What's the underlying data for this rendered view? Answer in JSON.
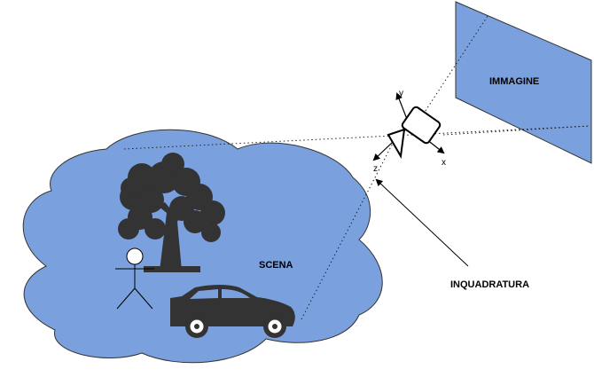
{
  "labels": {
    "image": "IMMAGINE",
    "scene": "SCENA",
    "framing": "INQUADRATURA"
  },
  "axes": {
    "x": "x",
    "y": "y",
    "z": "z"
  },
  "colors": {
    "scene_fill": "#7aa0de",
    "image_fill": "#7aa0de",
    "outline": "#333333",
    "silhouette": "#333333"
  }
}
